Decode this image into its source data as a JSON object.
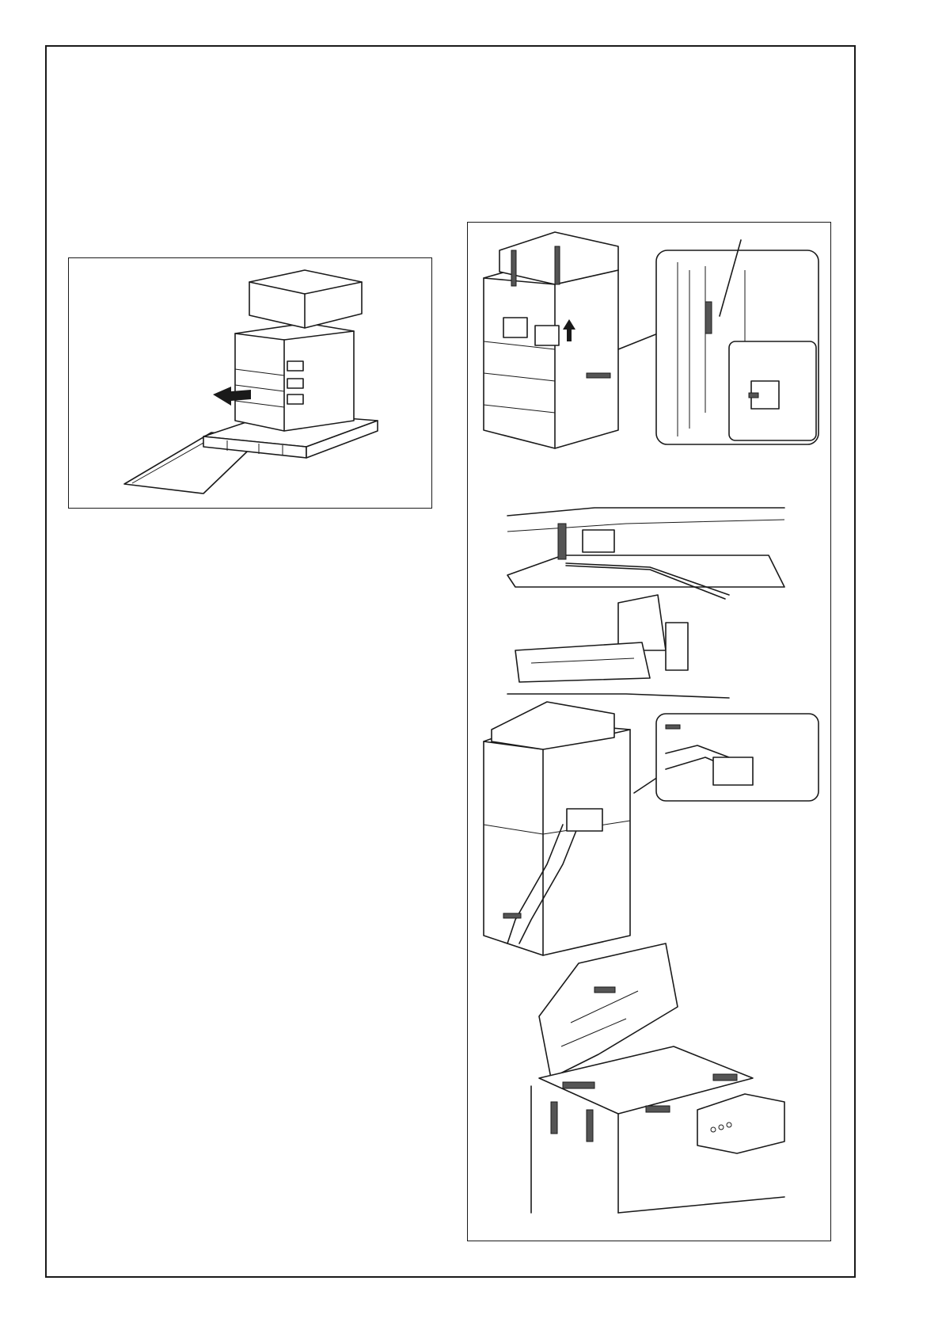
{
  "page": {
    "left_figure": {
      "icon": "copier-on-pallet-with-ramp-illustration"
    },
    "right_panel": {
      "steps": [
        {
          "icon": "copier-tape-removal-illustration",
          "inset_icon": "detail-inset-icon"
        },
        {
          "icon": "scanner-interior-tape-illustration"
        },
        {
          "icon": "copier-rear-cable-tape-illustration",
          "inset_icon": "detail-inset-icon"
        },
        {
          "icon": "platen-glass-tape-illustration"
        }
      ]
    }
  }
}
